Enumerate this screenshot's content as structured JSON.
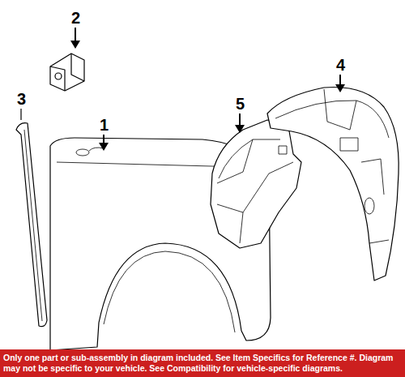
{
  "diagram": {
    "nodes": [
      {
        "text": [
          "Only one part or sub-assembly in diagram included. See Item Specifics for Reference #. Diagram may not be specific to your vehicle. See Compatibility for vehicle-specific diagrams."
        ]
      }
    ],
    "labels": [
      "2",
      "3",
      "1",
      "5",
      "4"
    ]
  }
}
